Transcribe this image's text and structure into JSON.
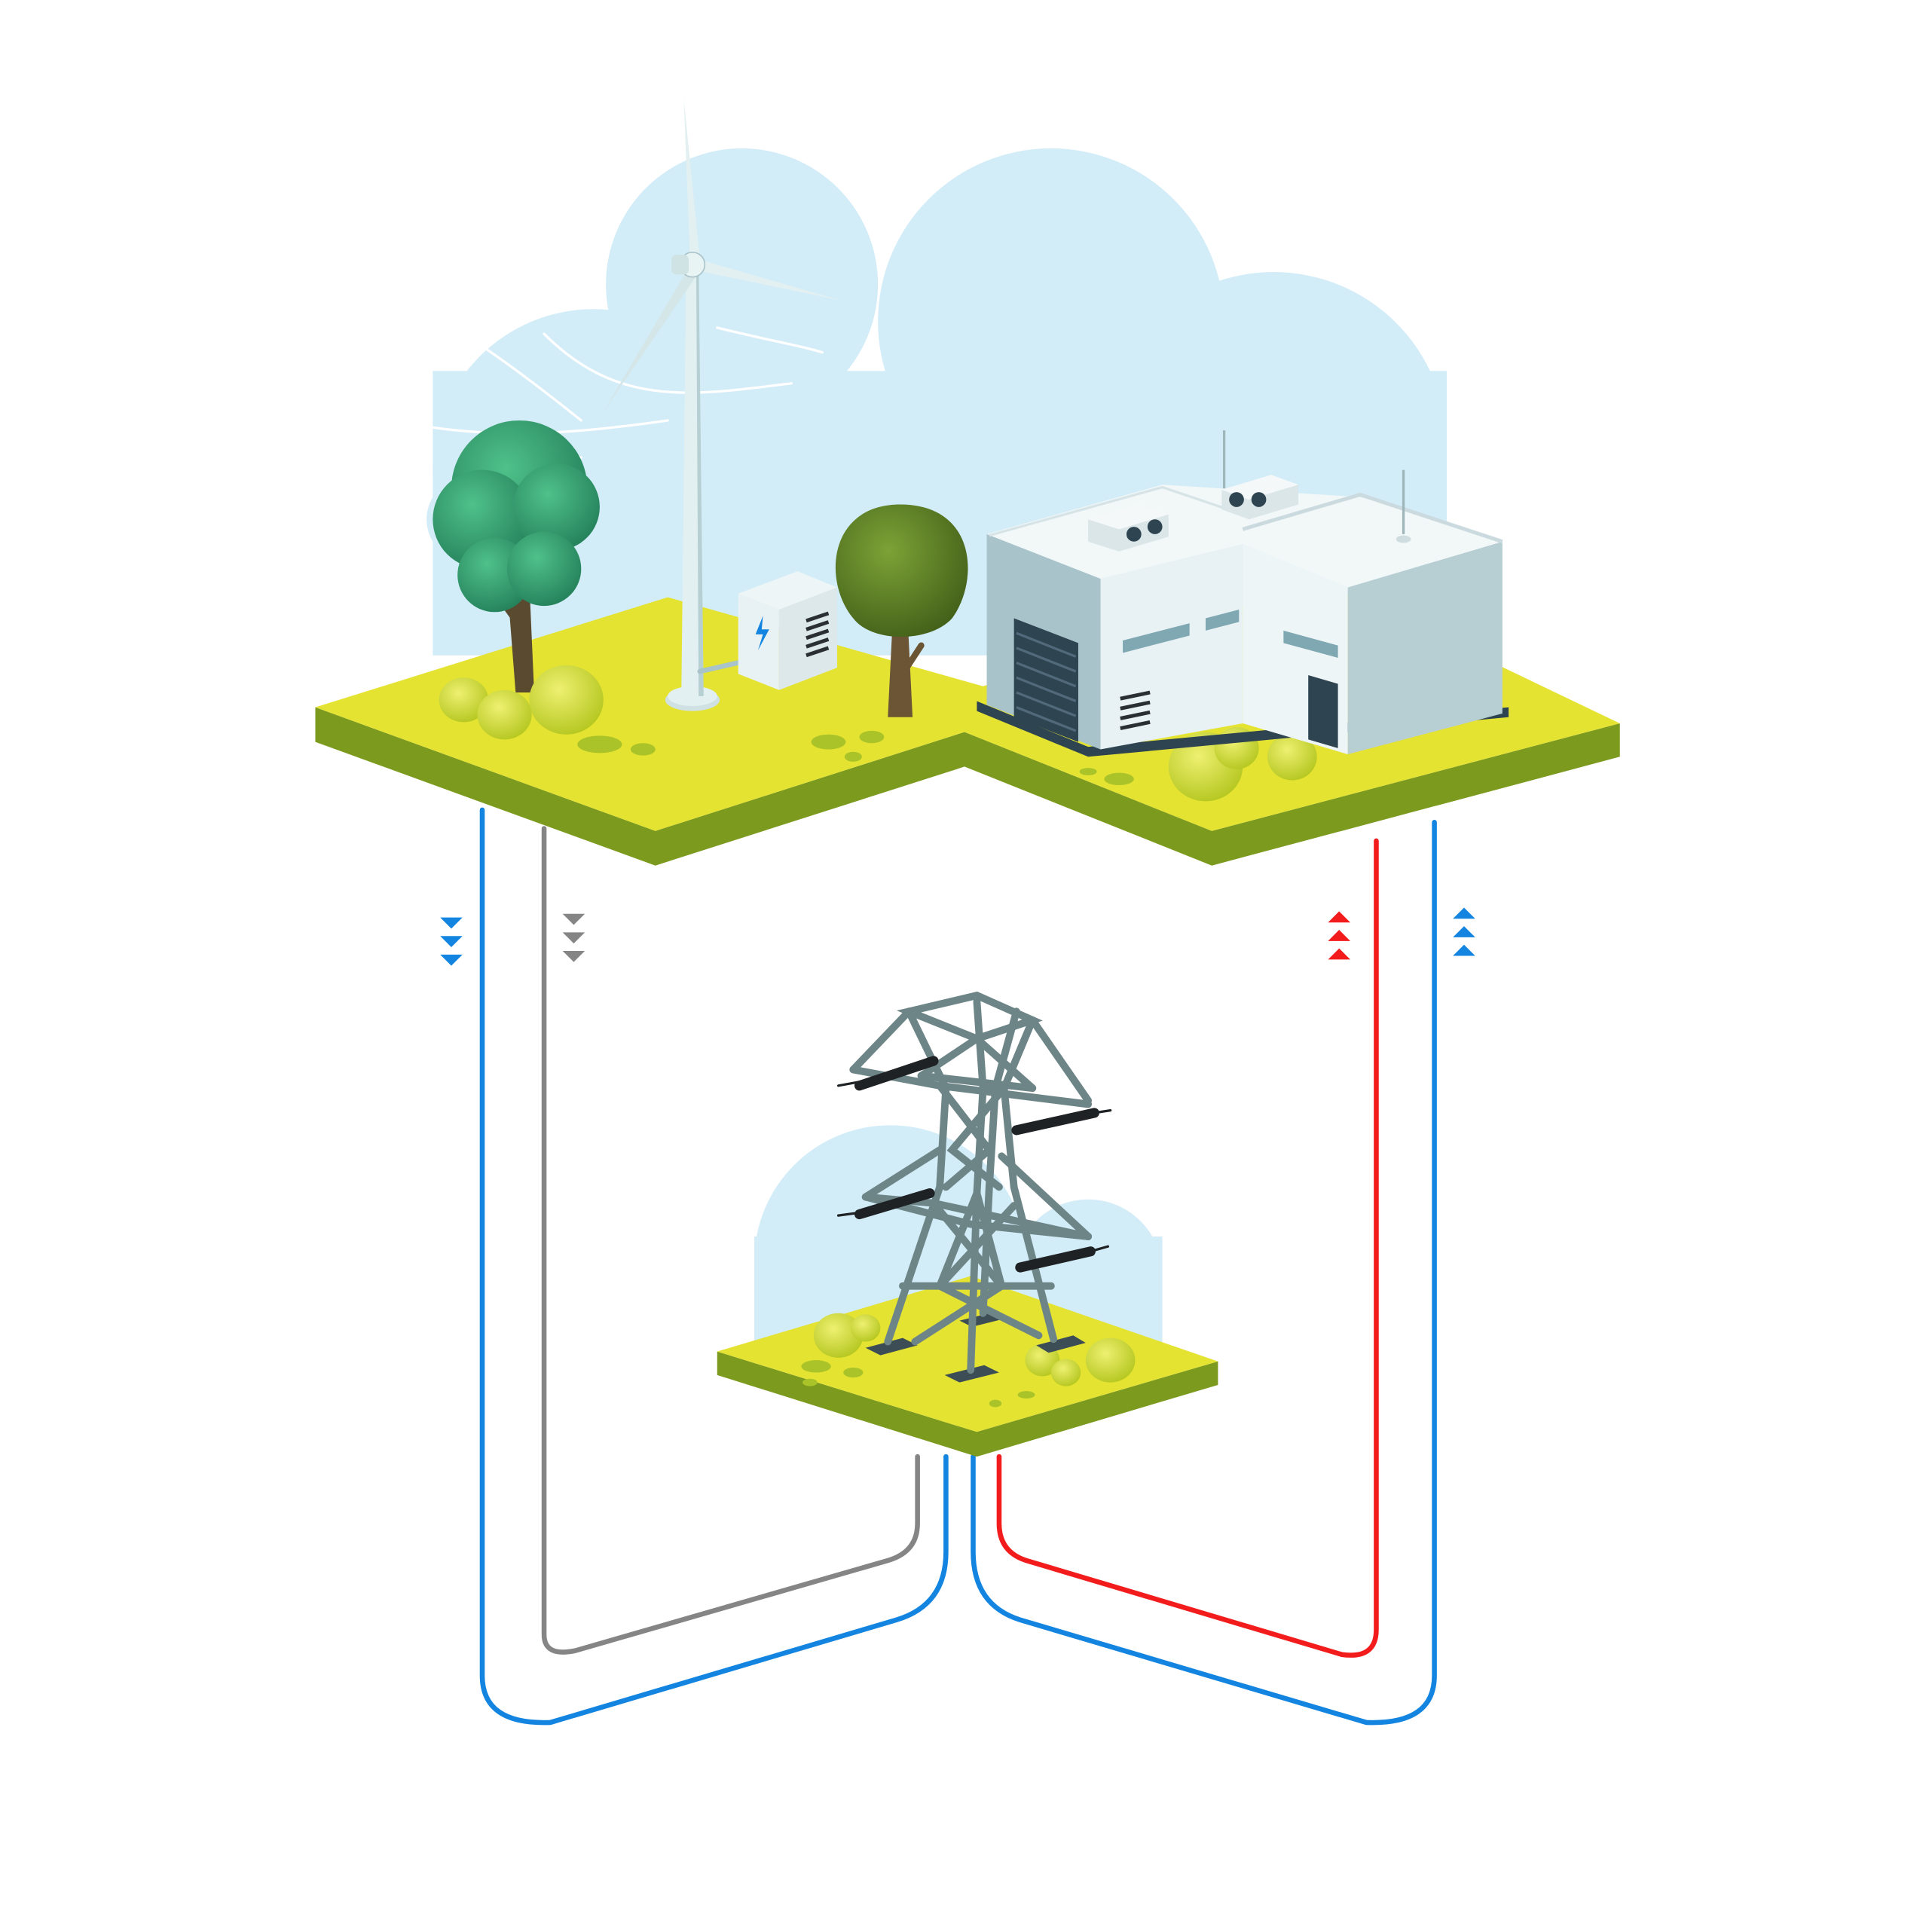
{
  "colors": {
    "background": "#ffffff",
    "sky_cloud": "#d2ecf8",
    "grass_top": "#e4e332",
    "grass_side": "#7c9a1e",
    "bush": "#c8d62a",
    "tree_round": "#2f9b6c",
    "tree_dark": "#5d7f22",
    "trunk": "#5a4a30",
    "building_light": "#e8f1f4",
    "building_shade": "#a8c3c9",
    "window": "#7fa8b3",
    "door": "#2e4450",
    "turbine": "#e3f0f1",
    "tower_steel": "#6e8588",
    "insulator": "#1e2224",
    "line_blue": "#1385e0",
    "line_gray": "#858585",
    "line_red": "#f21c1c"
  },
  "icons": {
    "inverter": "lightning-bolt-icon",
    "flow_down": "triple-chevron-down-icon",
    "flow_up": "triple-chevron-up-icon"
  },
  "flows": [
    {
      "id": "wind-to-grid",
      "color": "line_blue",
      "direction": "down"
    },
    {
      "id": "factory-return-gray",
      "color": "line_gray",
      "direction": "down"
    },
    {
      "id": "grid-to-factory-red",
      "color": "line_red",
      "direction": "up"
    },
    {
      "id": "grid-to-factory-blue",
      "color": "line_blue",
      "direction": "up"
    }
  ]
}
